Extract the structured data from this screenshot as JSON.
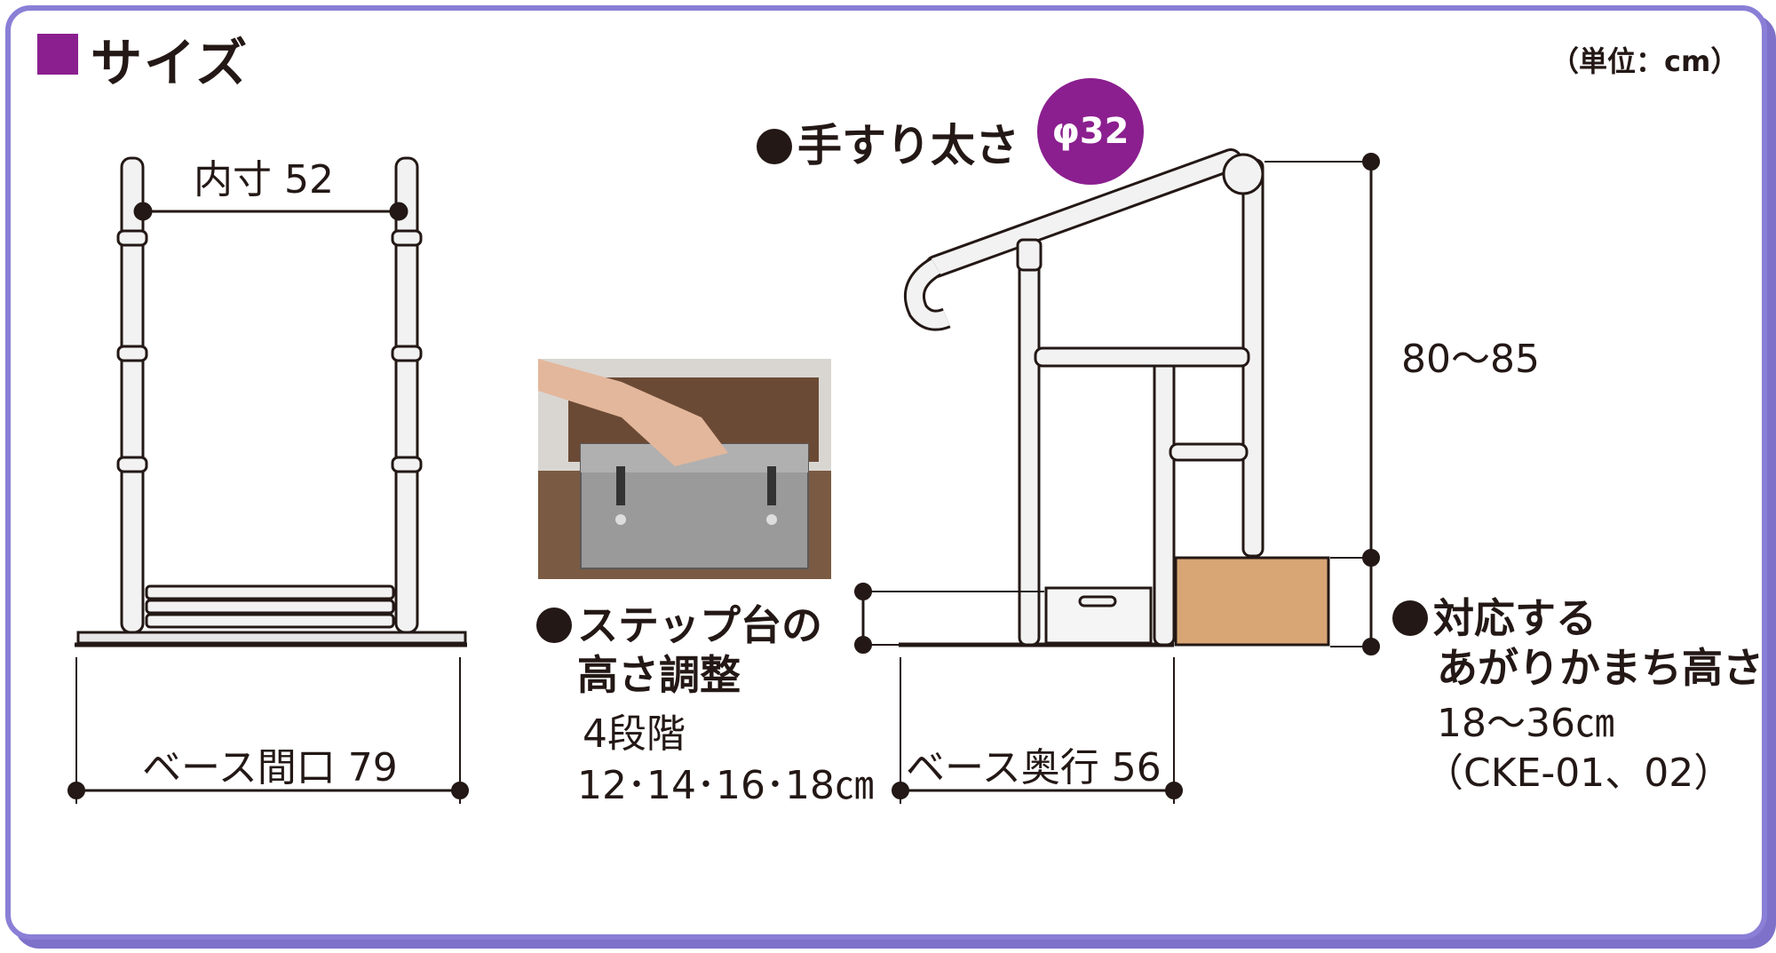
{
  "header": {
    "title": "サイズ",
    "unit": "（単位：cm）"
  },
  "front_view": {
    "inner_width": "内寸 52",
    "base_width": "ベース間口 79"
  },
  "step": {
    "heading_line1": "ステップ台の",
    "heading_line2": "高さ調整",
    "levels": "4段階",
    "values": "12･14･16･18㎝"
  },
  "side_view": {
    "grip_label": "手すり太さ",
    "grip_diameter": "φ32",
    "height": "80～85",
    "base_depth": "ベース奥行 56",
    "step_heading_line1": "対応する",
    "step_heading_line2": "あがりかまち高さ",
    "step_range": "18～36㎝",
    "step_models": "（CKE-01、02）"
  },
  "colors": {
    "accent": "#8b1f8f",
    "border": "#8a7fd6",
    "box": "#d8a574",
    "frame": "#f2f2f2"
  }
}
